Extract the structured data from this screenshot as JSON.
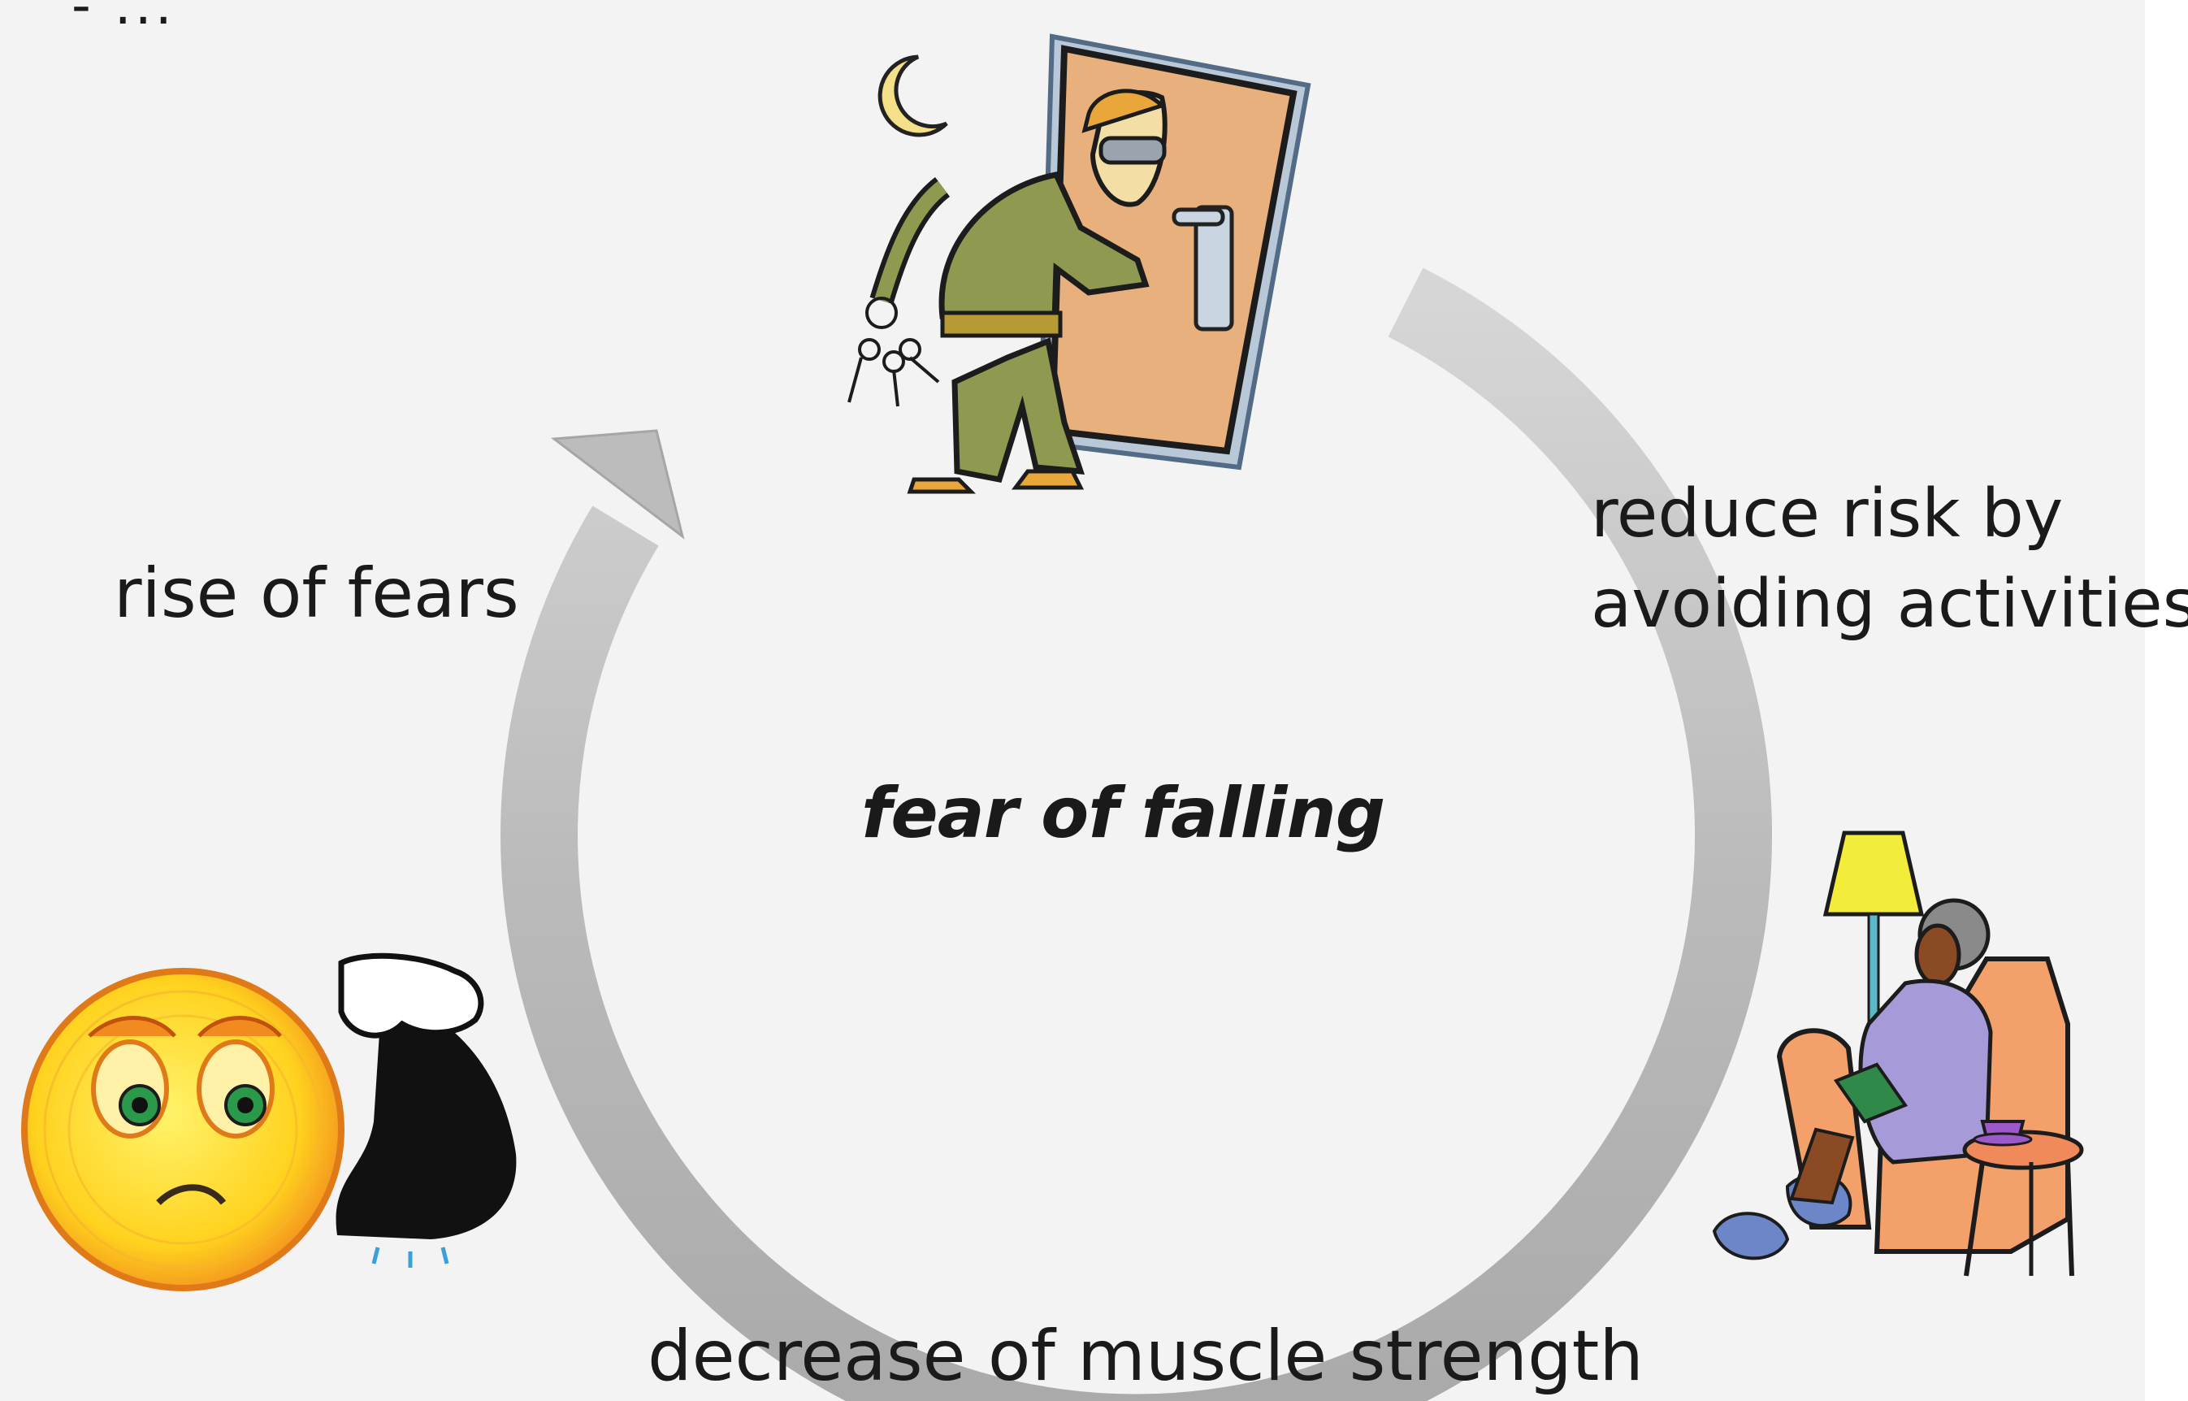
{
  "diagram": {
    "corner_text": "- ...",
    "center_label": "fear of falling",
    "label_top_right_line1": "reduce risk by",
    "label_top_right_line2": "avoiding activities",
    "label_left": "rise of fears",
    "label_bottom": "decrease of muscle strength"
  },
  "colors": {
    "background": "#f3f3f3",
    "arrow_gray": "#bdbdbd",
    "arrow_shadow": "#9a9a9a",
    "text": "#1a1a1a"
  },
  "illustrations": {
    "top": "burglar-at-door-icon",
    "right": "elderly-woman-reading-in-armchair-icon",
    "left": "worried-face-with-flexed-arm-icon"
  }
}
